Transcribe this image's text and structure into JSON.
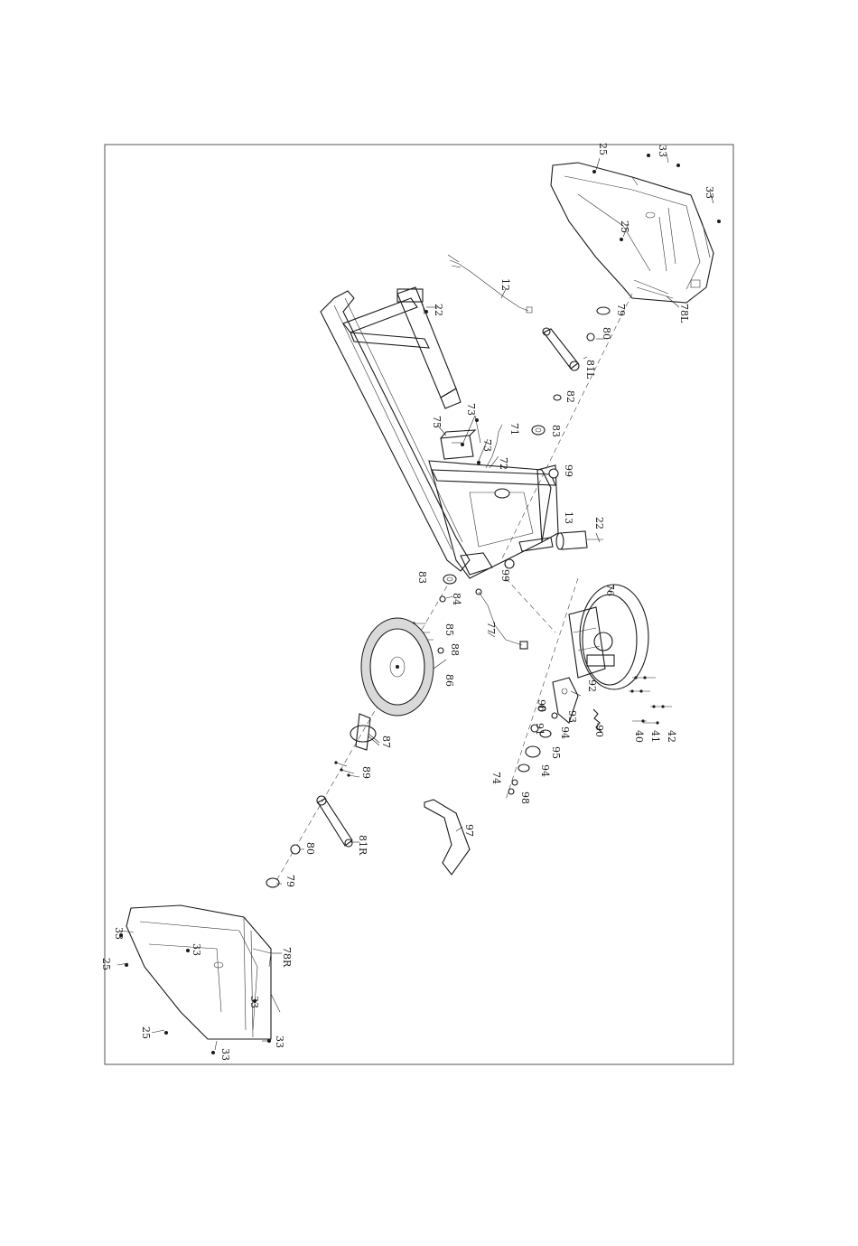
{
  "callouts": [
    {
      "id": "c25a",
      "text": "25"
    },
    {
      "id": "c33a",
      "text": "33"
    },
    {
      "id": "c33b",
      "text": "33"
    },
    {
      "id": "c25b",
      "text": "25"
    },
    {
      "id": "c78L",
      "text": "78L"
    },
    {
      "id": "c79a",
      "text": "79"
    },
    {
      "id": "c12",
      "text": "12"
    },
    {
      "id": "c22a",
      "text": "22"
    },
    {
      "id": "c80a",
      "text": "80"
    },
    {
      "id": "c81L",
      "text": "81L"
    },
    {
      "id": "c82",
      "text": "82"
    },
    {
      "id": "c73a",
      "text": "73"
    },
    {
      "id": "c75",
      "text": "75"
    },
    {
      "id": "c71",
      "text": "71"
    },
    {
      "id": "c83a",
      "text": "83"
    },
    {
      "id": "c73b",
      "text": "73"
    },
    {
      "id": "c72",
      "text": "72"
    },
    {
      "id": "c99a",
      "text": "99"
    },
    {
      "id": "c13",
      "text": "13"
    },
    {
      "id": "c22b",
      "text": "22"
    },
    {
      "id": "c83b",
      "text": "83"
    },
    {
      "id": "c99b",
      "text": "99"
    },
    {
      "id": "c84",
      "text": "84"
    },
    {
      "id": "c76",
      "text": "76"
    },
    {
      "id": "c77",
      "text": "77"
    },
    {
      "id": "c85",
      "text": "85"
    },
    {
      "id": "c88",
      "text": "88"
    },
    {
      "id": "c86",
      "text": "86"
    },
    {
      "id": "c92",
      "text": "92"
    },
    {
      "id": "c96",
      "text": "96"
    },
    {
      "id": "c93",
      "text": "93"
    },
    {
      "id": "c91",
      "text": "91"
    },
    {
      "id": "c94a",
      "text": "94"
    },
    {
      "id": "c90",
      "text": "90"
    },
    {
      "id": "c40",
      "text": "40"
    },
    {
      "id": "c41",
      "text": "41"
    },
    {
      "id": "c42",
      "text": "42"
    },
    {
      "id": "c87",
      "text": "87"
    },
    {
      "id": "c95",
      "text": "95"
    },
    {
      "id": "c94b",
      "text": "94"
    },
    {
      "id": "c89",
      "text": "89"
    },
    {
      "id": "c74",
      "text": "74"
    },
    {
      "id": "c98",
      "text": "98"
    },
    {
      "id": "c97",
      "text": "97"
    },
    {
      "id": "c81R",
      "text": "81R"
    },
    {
      "id": "c80b",
      "text": "80"
    },
    {
      "id": "c79b",
      "text": "79"
    },
    {
      "id": "c33c",
      "text": "33"
    },
    {
      "id": "c25c",
      "text": "25"
    },
    {
      "id": "c33d",
      "text": "33"
    },
    {
      "id": "c78R",
      "text": "78R"
    },
    {
      "id": "c33e",
      "text": "33"
    },
    {
      "id": "c25d",
      "text": "25"
    },
    {
      "id": "c33f",
      "text": "33"
    },
    {
      "id": "c33g",
      "text": "33"
    }
  ]
}
